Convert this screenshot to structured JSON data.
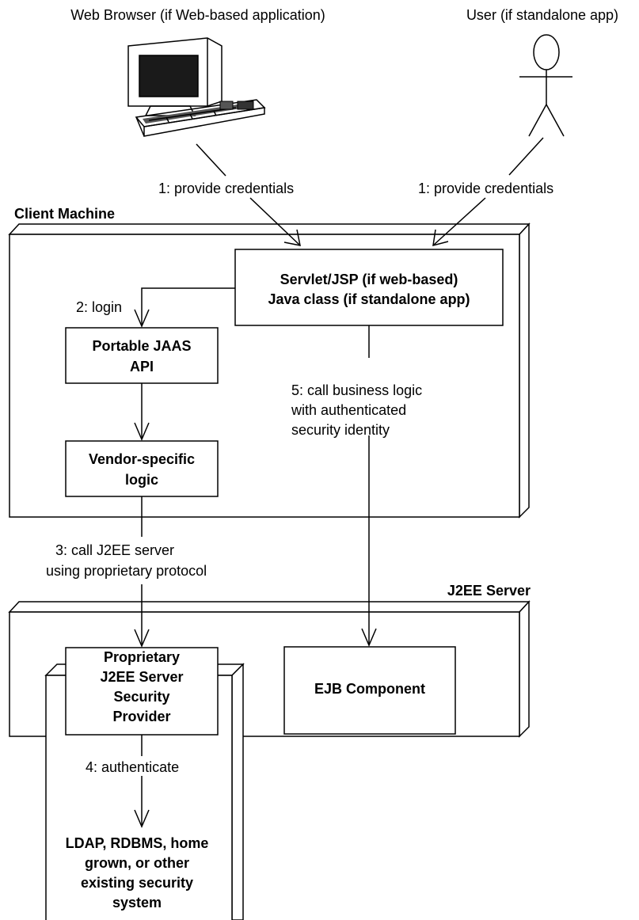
{
  "actors": {
    "browser_label": "Web Browser (if Web-based application)",
    "user_label": "User (if standalone app)"
  },
  "messages": {
    "browser_credentials": "1: provide credentials",
    "user_credentials": "1: provide credentials",
    "login": "2: login",
    "call_server": [
      "3: call J2EE server",
      "using proprietary protocol"
    ],
    "authenticate": "4: authenticate",
    "call_business": [
      "5: call business logic",
      "with authenticated",
      "security identity"
    ]
  },
  "nodes": {
    "client_machine": "Client Machine",
    "j2ee_server": "J2EE Server"
  },
  "components": {
    "servlet": [
      "Servlet/JSP (if web-based)",
      "Java class (if standalone app)"
    ],
    "jaas": [
      "Portable JAAS",
      "API"
    ],
    "vendor": [
      "Vendor-specific",
      "logic"
    ],
    "provider": [
      "Proprietary",
      "J2EE Server",
      "Security",
      "Provider"
    ],
    "ejb": "EJB Component",
    "security_system": [
      "LDAP, RDBMS, home",
      "grown, or other",
      "existing security",
      "system"
    ]
  }
}
